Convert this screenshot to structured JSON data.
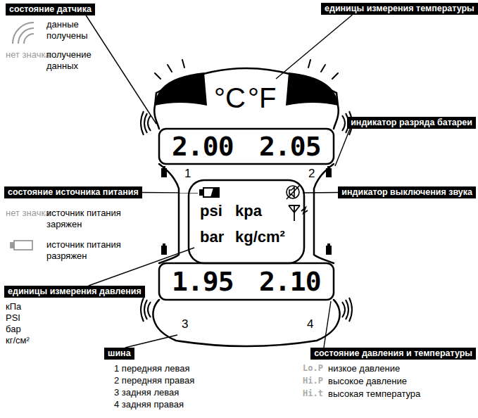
{
  "diagram": {
    "nodes": [
      {
        "text": [
          "состояние датчика"
        ]
      },
      {
        "text": [
          "единицы измерения температуры"
        ]
      },
      {
        "text": [
          "индикатор разряда батареи"
        ]
      },
      {
        "text": [
          "состояние источника питания"
        ]
      },
      {
        "text": [
          "индикатор выключения звука"
        ]
      },
      {
        "text": [
          "единицы измерения давления"
        ]
      },
      {
        "text": [
          "шина"
        ]
      },
      {
        "text": [
          "состояние давления и температуры"
        ]
      }
    ],
    "labels": [
      "данные получены",
      "нет значка",
      "получение данных",
      "нет значка",
      "источник питания заряжен",
      "источник питания разряжен",
      "кПа",
      "PSI",
      "бар",
      "кг/см²",
      "1 передняя левая",
      "2 передняя правая",
      "3 задняя левая",
      "4 задняя правая",
      "Lo.P",
      "низкое давление",
      "Hi.P",
      "высокое давление",
      "Hi.t",
      "высокая температура",
      "°C",
      "°F",
      "2.00",
      "2.05",
      "1",
      "2",
      "psi",
      "kpa",
      "bar",
      "kg/cm²",
      "1.95",
      "2.10",
      "3",
      "4"
    ]
  }
}
